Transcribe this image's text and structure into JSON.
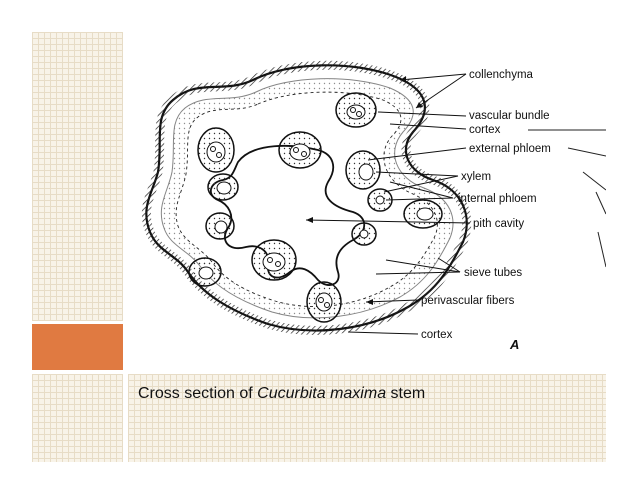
{
  "labels": {
    "collenchyma": "collenchyma",
    "vascular_bundle": "vascular bundle",
    "cortex_top": "cortex",
    "external_phloem": "external phloem",
    "xylem": "xylem",
    "internal_phloem": "internal phloem",
    "pith_cavity": "pith cavity",
    "sieve_tubes": "sieve tubes",
    "perivascular_fibers": "perivascular fibers",
    "cortex_bottom": "cortex"
  },
  "figure_letter": "A",
  "caption": {
    "prefix": "Cross section of ",
    "species": "Cucurbita maxima",
    "suffix": " stem"
  },
  "colors": {
    "accent_orange": "#e07a41",
    "grid_tile": "#f8f3e8"
  }
}
